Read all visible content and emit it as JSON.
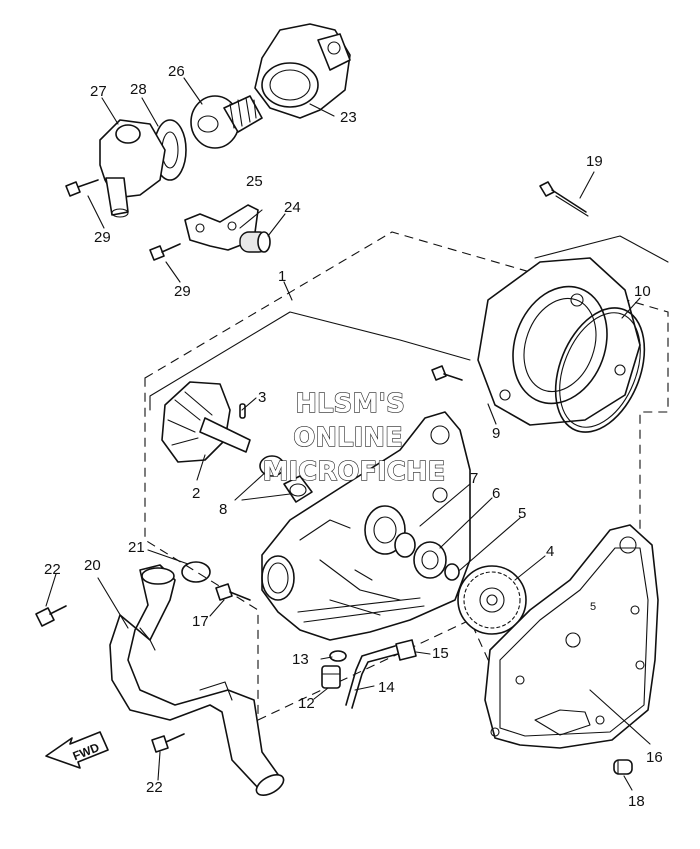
{
  "watermark": {
    "line1": "HLSM'S",
    "line2": "ONLINE",
    "line3": "MICROFICHE"
  },
  "direction_label": "FWD",
  "callouts": {
    "c1": "1",
    "c2": "2",
    "c3": "3",
    "c4": "4",
    "c5": "5",
    "c6": "6",
    "c7": "7",
    "c8": "8",
    "c9": "9",
    "c10": "10",
    "c12": "12",
    "c13": "13",
    "c14": "14",
    "c15": "15",
    "c16": "16",
    "c17": "17",
    "c18": "18",
    "c19": "19",
    "c20": "20",
    "c21": "21",
    "c22a": "22",
    "c22b": "22",
    "c23": "23",
    "c24": "24",
    "c25": "25",
    "c26": "26",
    "c27": "27",
    "c28": "28",
    "c29a": "29",
    "c29b": "29"
  },
  "inline_marks": {
    "cover_mark": "5"
  }
}
